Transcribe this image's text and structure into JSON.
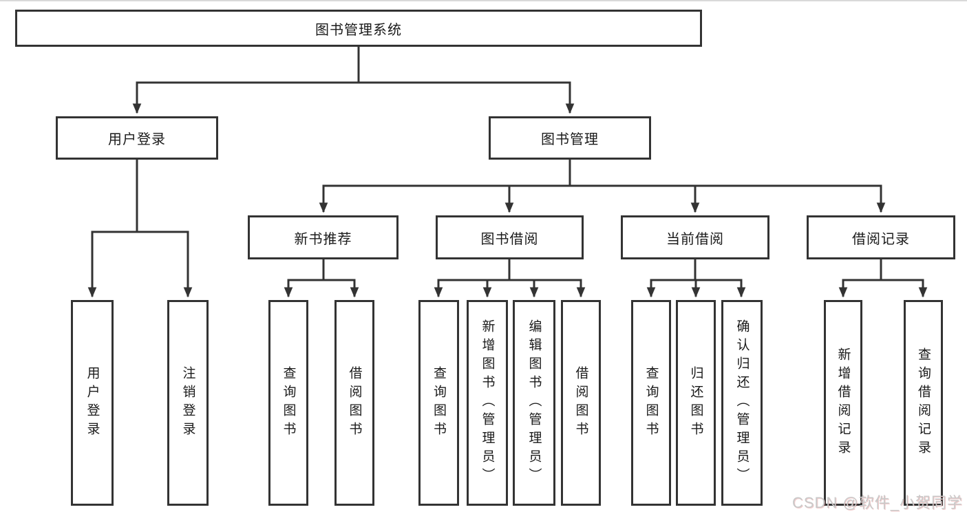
{
  "diagram_title": "图书管理系统",
  "tree": {
    "label": "图书管理系统",
    "children": [
      {
        "label": "用户登录",
        "children": [
          {
            "label": "用户登录"
          },
          {
            "label": "注销登录"
          }
        ]
      },
      {
        "label": "图书管理",
        "children": [
          {
            "label": "新书推荐",
            "children": [
              {
                "label": "查询图书"
              },
              {
                "label": "借阅图书"
              }
            ]
          },
          {
            "label": "图书借阅",
            "children": [
              {
                "label": "查询图书"
              },
              {
                "label": "新增图书（管理员）"
              },
              {
                "label": "编辑图书（管理员）"
              },
              {
                "label": "借阅图书"
              }
            ]
          },
          {
            "label": "当前借阅",
            "children": [
              {
                "label": "查询图书"
              },
              {
                "label": "归还图书"
              },
              {
                "label": "确认归还（管理员）"
              }
            ]
          },
          {
            "label": "借阅记录",
            "children": [
              {
                "label": "新增借阅记录"
              },
              {
                "label": "查询借阅记录"
              }
            ]
          }
        ]
      }
    ]
  },
  "watermark": "CSDN @软件_小贺同学",
  "colors": {
    "line": "#333333",
    "text": "#1a1a1a",
    "watermark": "#c9c9c9"
  }
}
